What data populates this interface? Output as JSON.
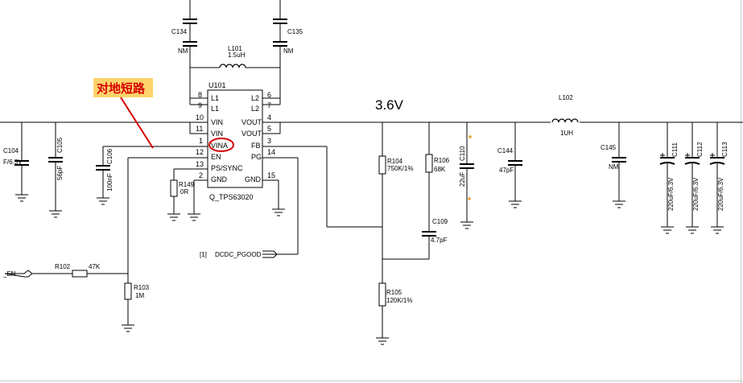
{
  "annotation": {
    "text": "对地短路",
    "bg_color": "#ffd36b",
    "text_color": "#d40000",
    "circle_color": "#d40000"
  },
  "voltage_label": "3.6V",
  "ic": {
    "ref": "U101",
    "part": "Q_TPS63020",
    "pins_left": [
      {
        "num": "8",
        "name": "L1"
      },
      {
        "num": "9",
        "name": "L1"
      },
      {
        "num": "10",
        "name": "VIN"
      },
      {
        "num": "11",
        "name": "VIN"
      },
      {
        "num": "1",
        "name": "VINA"
      },
      {
        "num": "12",
        "name": "EN"
      },
      {
        "num": "13",
        "name": "PS/SYNC"
      },
      {
        "num": "2",
        "name": "GND"
      }
    ],
    "pins_right": [
      {
        "num": "6",
        "name": "L2"
      },
      {
        "num": "7",
        "name": "L2"
      },
      {
        "num": "4",
        "name": "VOUT"
      },
      {
        "num": "5",
        "name": "VOUT"
      },
      {
        "num": "3",
        "name": "FB"
      },
      {
        "num": "14",
        "name": "PG"
      },
      {
        "num": "15",
        "name": "GND"
      }
    ]
  },
  "components": {
    "c134": {
      "ref": "C134",
      "value": "NM"
    },
    "c135": {
      "ref": "C135",
      "value": "NM"
    },
    "l101": {
      "ref": "L101",
      "value": "1.5uH"
    },
    "c104": {
      "ref": "C104",
      "value": "F/6.3V"
    },
    "c105": {
      "ref": "C105",
      "value": "56pF"
    },
    "c106": {
      "ref": "C106",
      "value": "100nF"
    },
    "r149": {
      "ref": "R149",
      "value": "0R"
    },
    "r104": {
      "ref": "R104",
      "value": "750K/1%"
    },
    "r106": {
      "ref": "R106",
      "value": "68K"
    },
    "c110": {
      "ref": "C110",
      "value": "22uF"
    },
    "c109": {
      "ref": "C109",
      "value": "4.7pF"
    },
    "r105": {
      "ref": "R105",
      "value": "120K/1%"
    },
    "c144": {
      "ref": "C144",
      "value": "47pF"
    },
    "l102": {
      "ref": "L102",
      "value": "1UH"
    },
    "c145": {
      "ref": "C145",
      "value": "NM"
    },
    "c111": {
      "ref": "C111",
      "value": "220uF/6.3V"
    },
    "c112": {
      "ref": "C112",
      "value": "220uF/6.3V"
    },
    "c113": {
      "ref": "C113",
      "value": "220uF/6.3V"
    },
    "r102": {
      "ref": "R102",
      "value": "47K"
    },
    "r103": {
      "ref": "R103",
      "value": "1M"
    }
  },
  "nets": {
    "en": "_EN",
    "pgood_index": "[1]",
    "pgood": "DCDC_PGOOD"
  }
}
